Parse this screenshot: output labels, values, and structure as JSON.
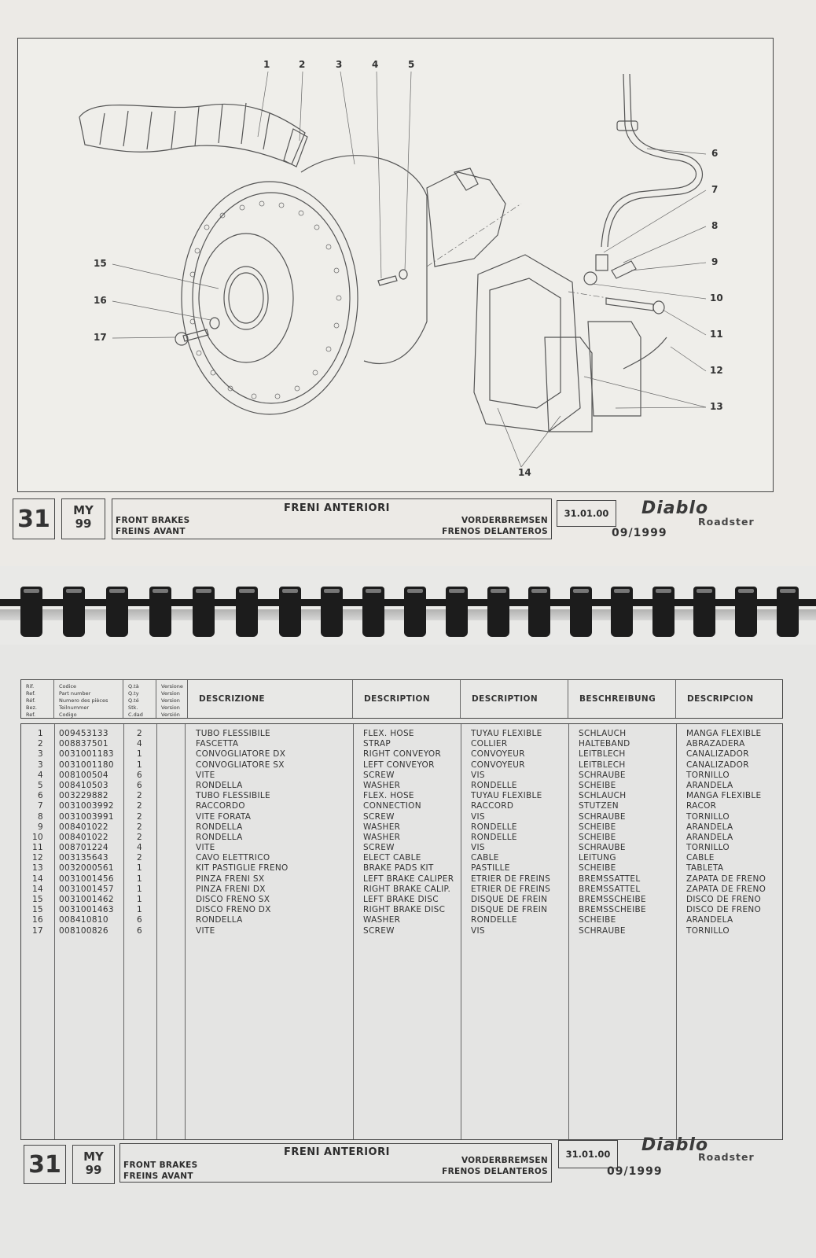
{
  "top_page": {
    "diagram": {
      "title": "Front brakes exploded view",
      "callouts": [
        "1",
        "2",
        "3",
        "4",
        "5",
        "6",
        "7",
        "8",
        "9",
        "10",
        "11",
        "12",
        "13",
        "14",
        "15",
        "16",
        "17"
      ]
    },
    "title_block": {
      "table_number": "31",
      "model_year_label": "MY",
      "model_year": "99",
      "title_it": "FRENI ANTERIORI",
      "title_en": "FRONT BRAKES",
      "title_fr": "FREINS AVANT",
      "title_de": "VORDERBREMSEN",
      "title_es": "FRENOS DELANTEROS",
      "group_code": "31.01.00",
      "brand": "Diablo",
      "model": "Roadster",
      "issue_date": "09/1999"
    }
  },
  "bottom_page": {
    "table": {
      "header": {
        "ref_labels": [
          "Rif.",
          "Ref.",
          "Réf.",
          "Bez.",
          "Ref."
        ],
        "code_labels": [
          "Codice",
          "Part number",
          "Numero des pièces",
          "Teilnummer",
          "Codigo"
        ],
        "qty_labels": [
          "Q.tà",
          "Q.ty",
          "Q.té",
          "Stk.",
          "C.dad"
        ],
        "version_labels": [
          "Versione",
          "Version",
          "Version",
          "Version",
          "Versión"
        ],
        "desc_it": "DESCRIZIONE",
        "desc_en": "DESCRIPTION",
        "desc_fr": "DESCRIPTION",
        "desc_de": "BESCHREIBUNG",
        "desc_es": "DESCRIPCION"
      },
      "rows": [
        {
          "ref": "1",
          "code": "009453133",
          "qty": "2",
          "it": "TUBO FLESSIBILE",
          "en": "FLEX. HOSE",
          "fr": "TUYAU FLEXIBLE",
          "de": "SCHLAUCH",
          "es": "MANGA FLEXIBLE"
        },
        {
          "ref": "2",
          "code": "008837501",
          "qty": "4",
          "it": "FASCETTA",
          "en": "STRAP",
          "fr": "COLLIER",
          "de": "HALTEBAND",
          "es": "ABRAZADERA"
        },
        {
          "ref": "3",
          "code": "0031001183",
          "qty": "1",
          "it": "CONVOGLIATORE DX",
          "en": "RIGHT CONVEYOR",
          "fr": "CONVOYEUR",
          "de": "LEITBLECH",
          "es": "CANALIZADOR"
        },
        {
          "ref": "3",
          "code": "0031001180",
          "qty": "1",
          "it": "CONVOGLIATORE SX",
          "en": "LEFT CONVEYOR",
          "fr": "CONVOYEUR",
          "de": "LEITBLECH",
          "es": "CANALIZADOR"
        },
        {
          "ref": "4",
          "code": "008100504",
          "qty": "6",
          "it": "VITE",
          "en": "SCREW",
          "fr": "VIS",
          "de": "SCHRAUBE",
          "es": "TORNILLO"
        },
        {
          "ref": "5",
          "code": "008410503",
          "qty": "6",
          "it": "RONDELLA",
          "en": "WASHER",
          "fr": "RONDELLE",
          "de": "SCHEIBE",
          "es": "ARANDELA"
        },
        {
          "ref": "6",
          "code": "003229882",
          "qty": "2",
          "it": "TUBO FLESSIBILE",
          "en": "FLEX. HOSE",
          "fr": "TUYAU FLEXIBLE",
          "de": "SCHLAUCH",
          "es": "MANGA FLEXIBLE"
        },
        {
          "ref": "7",
          "code": "0031003992",
          "qty": "2",
          "it": "RACCORDO",
          "en": "CONNECTION",
          "fr": "RACCORD",
          "de": "STUTZEN",
          "es": "RACOR"
        },
        {
          "ref": "8",
          "code": "0031003991",
          "qty": "2",
          "it": "VITE FORATA",
          "en": "SCREW",
          "fr": "VIS",
          "de": "SCHRAUBE",
          "es": "TORNILLO"
        },
        {
          "ref": "9",
          "code": "008401022",
          "qty": "2",
          "it": "RONDELLA",
          "en": "WASHER",
          "fr": "RONDELLE",
          "de": "SCHEIBE",
          "es": "ARANDELA"
        },
        {
          "ref": "10",
          "code": "008401022",
          "qty": "2",
          "it": "RONDELLA",
          "en": "WASHER",
          "fr": "RONDELLE",
          "de": "SCHEIBE",
          "es": "ARANDELA"
        },
        {
          "ref": "11",
          "code": "008701224",
          "qty": "4",
          "it": "VITE",
          "en": "SCREW",
          "fr": "VIS",
          "de": "SCHRAUBE",
          "es": "TORNILLO"
        },
        {
          "ref": "12",
          "code": "003135643",
          "qty": "2",
          "it": "CAVO ELETTRICO",
          "en": "ELECT CABLE",
          "fr": "CABLE",
          "de": "LEITUNG",
          "es": "CABLE"
        },
        {
          "ref": "13",
          "code": "0032000561",
          "qty": "1",
          "it": "KIT PASTIGLIE FRENO",
          "en": "BRAKE PADS KIT",
          "fr": "PASTILLE",
          "de": "SCHEIBE",
          "es": "TABLETA"
        },
        {
          "ref": "14",
          "code": "0031001456",
          "qty": "1",
          "it": "PINZA FRENI SX",
          "en": "LEFT BRAKE CALIPER",
          "fr": "ETRIER DE FREINS",
          "de": "BREMSSATTEL",
          "es": "ZAPATA DE FRENO"
        },
        {
          "ref": "14",
          "code": "0031001457",
          "qty": "1",
          "it": "PINZA FRENI DX",
          "en": "RIGHT BRAKE CALIP.",
          "fr": "ETRIER DE FREINS",
          "de": "BREMSSATTEL",
          "es": "ZAPATA DE FRENO"
        },
        {
          "ref": "15",
          "code": "0031001462",
          "qty": "1",
          "it": "DISCO FRENO SX",
          "en": "LEFT BRAKE DISC",
          "fr": "DISQUE DE FREIN",
          "de": "BREMSSCHEIBE",
          "es": "DISCO DE FRENO"
        },
        {
          "ref": "15",
          "code": "0031001463",
          "qty": "1",
          "it": "DISCO FRENO DX",
          "en": "RIGHT BRAKE DISC",
          "fr": "DISQUE DE FREIN",
          "de": "BREMSSCHEIBE",
          "es": "DISCO DE FRENO"
        },
        {
          "ref": "16",
          "code": "008410810",
          "qty": "6",
          "it": "RONDELLA",
          "en": "WASHER",
          "fr": "RONDELLE",
          "de": "SCHEIBE",
          "es": "ARANDELA"
        },
        {
          "ref": "17",
          "code": "008100826",
          "qty": "6",
          "it": "VITE",
          "en": "SCREW",
          "fr": "VIS",
          "de": "SCHRAUBE",
          "es": "TORNILLO"
        }
      ]
    },
    "title_block": {
      "table_number": "31",
      "model_year_label": "MY",
      "model_year": "99",
      "title_it": "FRENI ANTERIORI",
      "title_en": "FRONT BRAKES",
      "title_fr": "FREINS AVANT",
      "title_de": "VORDERBREMSEN",
      "title_es": "FRENOS DELANTEROS",
      "group_code": "31.01.00",
      "brand": "Diablo",
      "model": "Roadster",
      "issue_date": "09/1999"
    }
  }
}
